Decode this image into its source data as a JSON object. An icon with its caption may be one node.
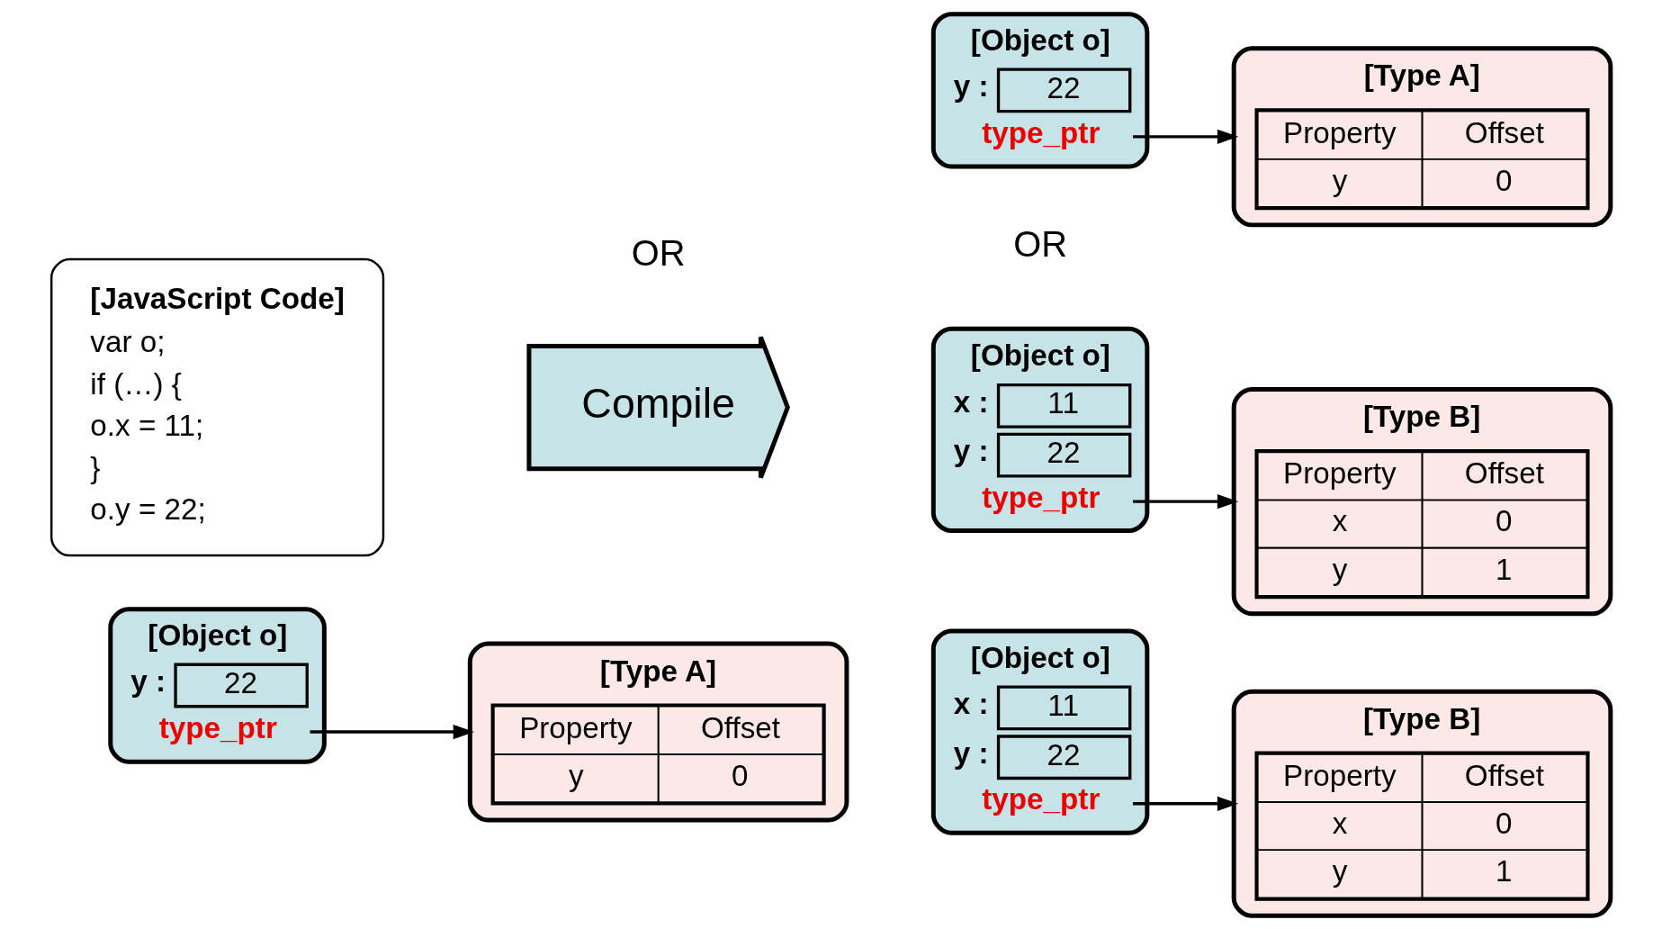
{
  "diagram": {
    "nodes": [
      {
        "text": [
          "[Object o]",
          "y :",
          "22",
          "type_ptr"
        ]
      },
      {
        "text": [
          "[Type A]",
          "Property",
          "Offset",
          "y",
          "0"
        ]
      },
      {
        "text": [
          "[Object o]",
          "x :",
          "11",
          "y :",
          "22",
          "type_ptr"
        ]
      },
      {
        "text": [
          "[Type B]",
          "Property",
          "Offset",
          "x",
          "0",
          "y",
          "1"
        ]
      },
      {
        "text": [
          "[JavaScript Code]",
          "var o;",
          "if (…) {",
          "o.x = 11;",
          "}",
          "o.y = 22;"
        ]
      },
      {
        "text": [
          "Compile"
        ]
      },
      {
        "text": [
          "[Object o]",
          "y :",
          "22",
          "type_ptr"
        ]
      },
      {
        "text": [
          "[Type A]",
          "Property",
          "Offset",
          "y",
          "0"
        ]
      },
      {
        "text": [
          "[Object o]",
          "x :",
          "11",
          "y :",
          "22",
          "type_ptr"
        ]
      },
      {
        "text": [
          "[Type B]",
          "Property",
          "Offset",
          "x",
          "0",
          "y",
          "1"
        ]
      }
    ],
    "edges": [
      {
        "from": 0,
        "to": 1,
        "arrow": "to"
      },
      {
        "from": 2,
        "to": 3,
        "arrow": "to"
      },
      {
        "from": 6,
        "to": 7,
        "arrow": "to"
      },
      {
        "from": 8,
        "to": 9,
        "arrow": "to"
      }
    ],
    "labels": [
      "OR",
      "OR"
    ]
  }
}
